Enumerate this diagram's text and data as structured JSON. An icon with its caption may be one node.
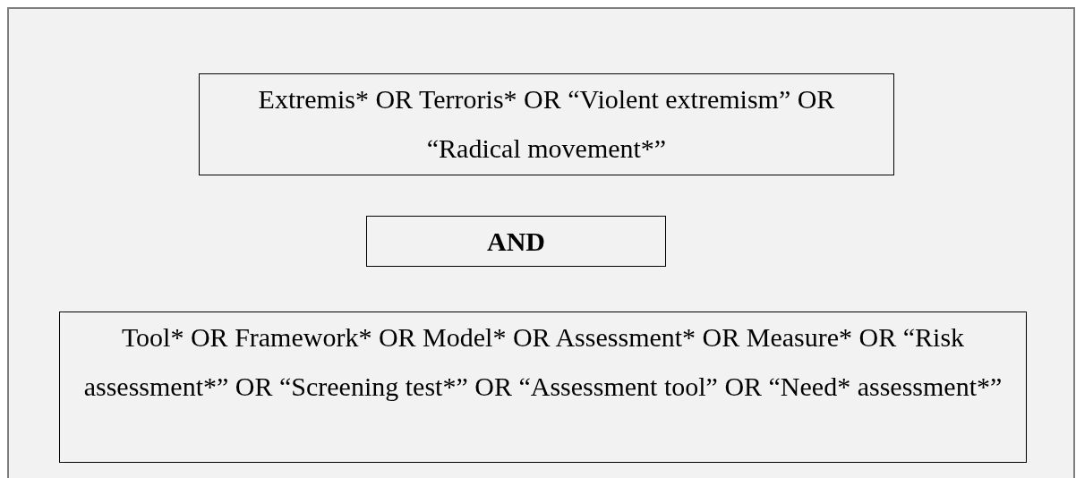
{
  "diagram": {
    "nodes": [
      {
        "text": [],
        "shape": "box"
      },
      {
        "text": [
          "Extremis* OR Terroris* OR “Violent extremism” OR “Radical movement*”"
        ],
        "in": 0
      },
      {
        "text": [
          "AND"
        ],
        "in": 0
      },
      {
        "text": [
          "Tool* OR Framework* OR Model* OR Assessment* OR Measure* OR “Risk assessment*” OR “Screening test*” OR “Assessment tool” OR “Need* assessment*”"
        ],
        "in": 0
      }
    ]
  }
}
